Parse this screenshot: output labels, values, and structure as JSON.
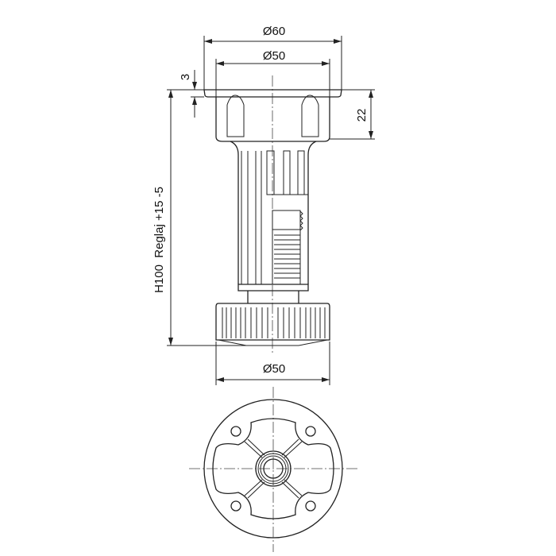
{
  "dimensions": {
    "top_outer_diameter": "Ø60",
    "top_inner_diameter": "Ø50",
    "plate_thickness": "3",
    "cup_height": "22",
    "height_label": "H100  Reglaj +15 -5",
    "base_diameter": "Ø50"
  },
  "colors": {
    "line": "#222222",
    "background": "#ffffff"
  }
}
